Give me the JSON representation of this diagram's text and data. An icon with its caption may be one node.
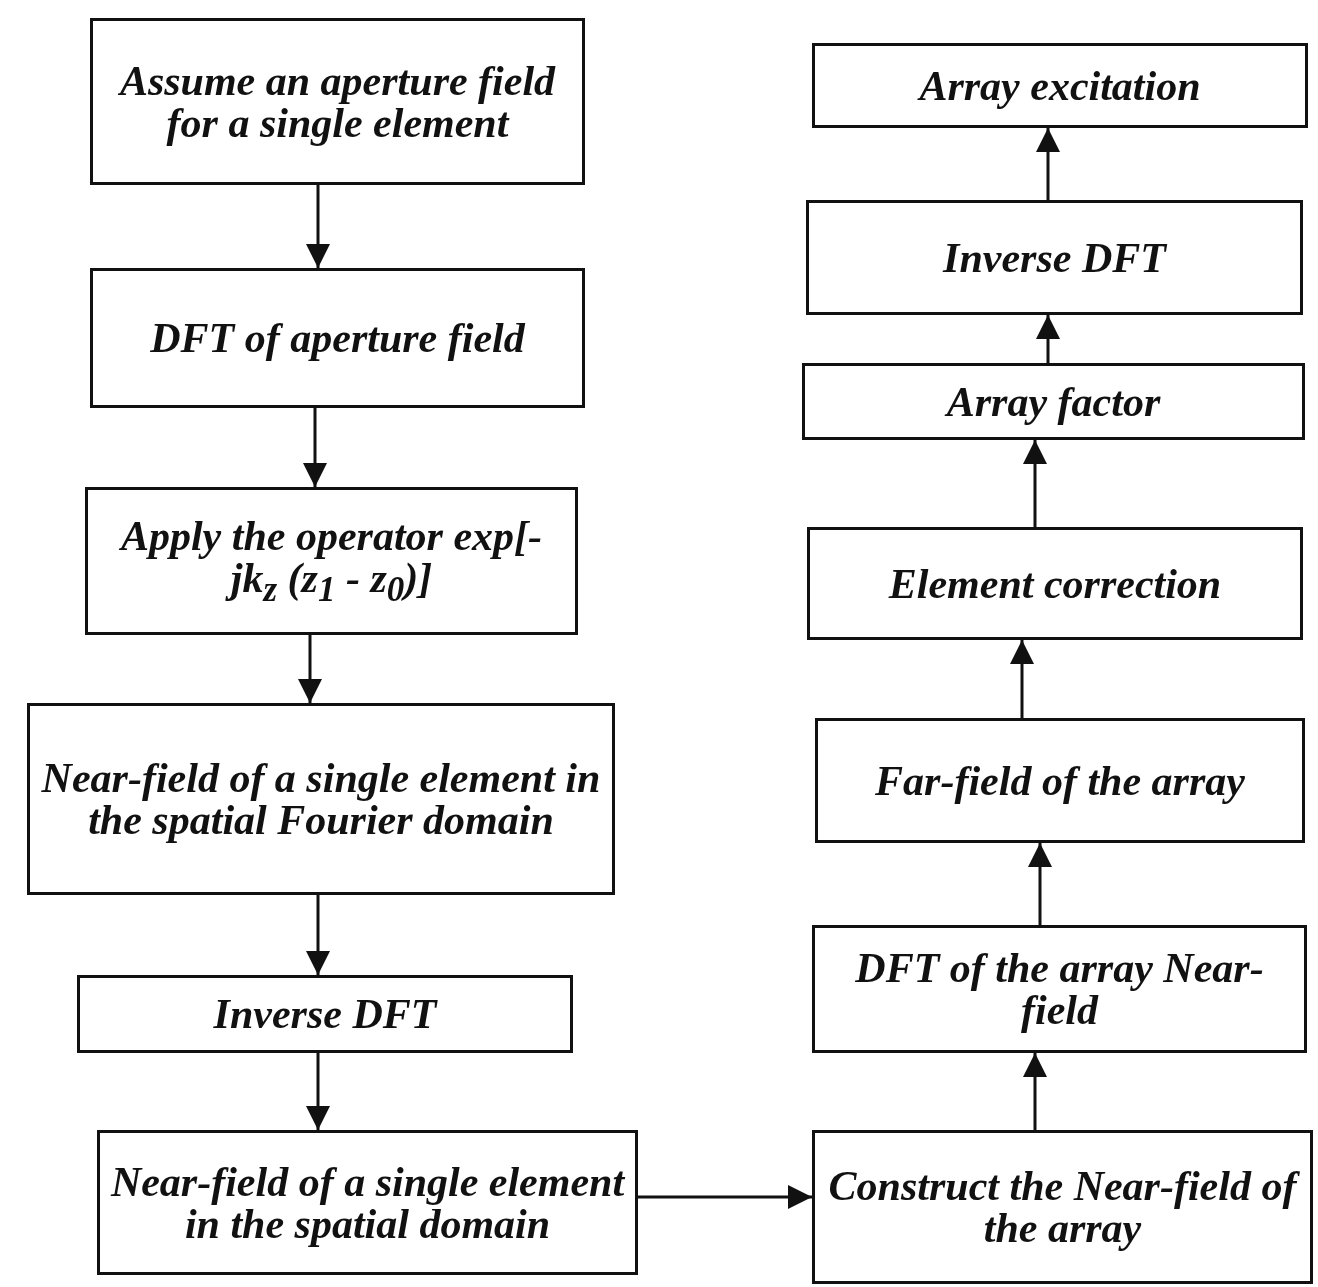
{
  "diagram": {
    "nodes": [
      {
        "text": [
          "Assume an aperture field for a single element"
        ]
      },
      {
        "text": [
          "DFT of aperture field"
        ]
      },
      {
        "text": [
          "Apply the operator exp[-jk$_{z}$ (z$_{1}$ - z$_{0}$)]"
        ]
      },
      {
        "text": [
          "Near-field of a single element in the spatial Fourier domain"
        ]
      },
      {
        "text": [
          "Inverse DFT"
        ]
      },
      {
        "text": [
          "Near-field of a single element in the spatial domain"
        ]
      },
      {
        "text": [
          "Array excitation"
        ]
      },
      {
        "text": [
          "Inverse DFT"
        ]
      },
      {
        "text": [
          "Array factor"
        ]
      },
      {
        "text": [
          "Element correction"
        ]
      },
      {
        "text": [
          "Far-field of the array"
        ]
      },
      {
        "text": [
          "DFT of the array Near-field"
        ]
      },
      {
        "text": [
          "Construct the Near-field of the array"
        ]
      }
    ],
    "edges": [
      {
        "from": 0,
        "to": 1,
        "arrow": "to"
      },
      {
        "from": 1,
        "to": 2,
        "arrow": "to"
      },
      {
        "from": 2,
        "to": 3,
        "arrow": "to"
      },
      {
        "from": 3,
        "to": 4,
        "arrow": "to"
      },
      {
        "from": 4,
        "to": 5,
        "arrow": "to"
      },
      {
        "from": 5,
        "to": 12,
        "arrow": "to"
      },
      {
        "from": 12,
        "to": 11,
        "arrow": "to"
      },
      {
        "from": 11,
        "to": 10,
        "arrow": "to"
      },
      {
        "from": 10,
        "to": 9,
        "arrow": "to"
      },
      {
        "from": 9,
        "to": 8,
        "arrow": "to"
      },
      {
        "from": 8,
        "to": 7,
        "arrow": "to"
      },
      {
        "from": 7,
        "to": 6,
        "arrow": "to"
      }
    ]
  }
}
